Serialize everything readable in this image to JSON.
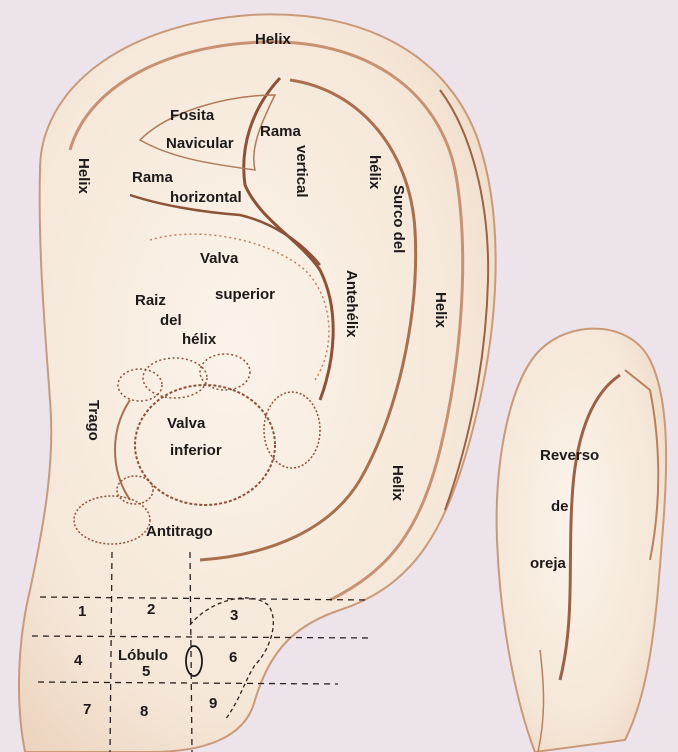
{
  "labels": {
    "helix_top": "Helix",
    "helix_left": "Helix",
    "helix_right": "Helix",
    "helix_lower": "Helix",
    "fosita_1": "Fosita",
    "fosita_2": "Navicular",
    "rama_vertical_1": "Rama",
    "rama_vertical_2": "vertical",
    "rama_horizontal_1": "Rama",
    "rama_horizontal_2": "horizontal",
    "surco_1": "Surco del",
    "surco_2": "hélix",
    "valva_sup_1": "Valva",
    "valva_sup_2": "superior",
    "raiz_1": "Raiz",
    "raiz_2": "del",
    "raiz_3": "hélix",
    "antehelix": "Antehélix",
    "trago": "Trago",
    "valva_inf_1": "Valva",
    "valva_inf_2": "inferior",
    "antitrago": "Antitrago",
    "lobulo": "Lóbulo",
    "reverso_1": "Reverso",
    "reverso_2": "de",
    "reverso_3": "oreja"
  },
  "lobule_zones": [
    "1",
    "2",
    "3",
    "4",
    "5",
    "6",
    "7",
    "8",
    "9"
  ],
  "colors": {
    "background": "#ede3ea",
    "skin": "#f6ebdd",
    "outline": "#b9825f",
    "dark_fold": "#8c5238",
    "grid": "#2a2222"
  }
}
